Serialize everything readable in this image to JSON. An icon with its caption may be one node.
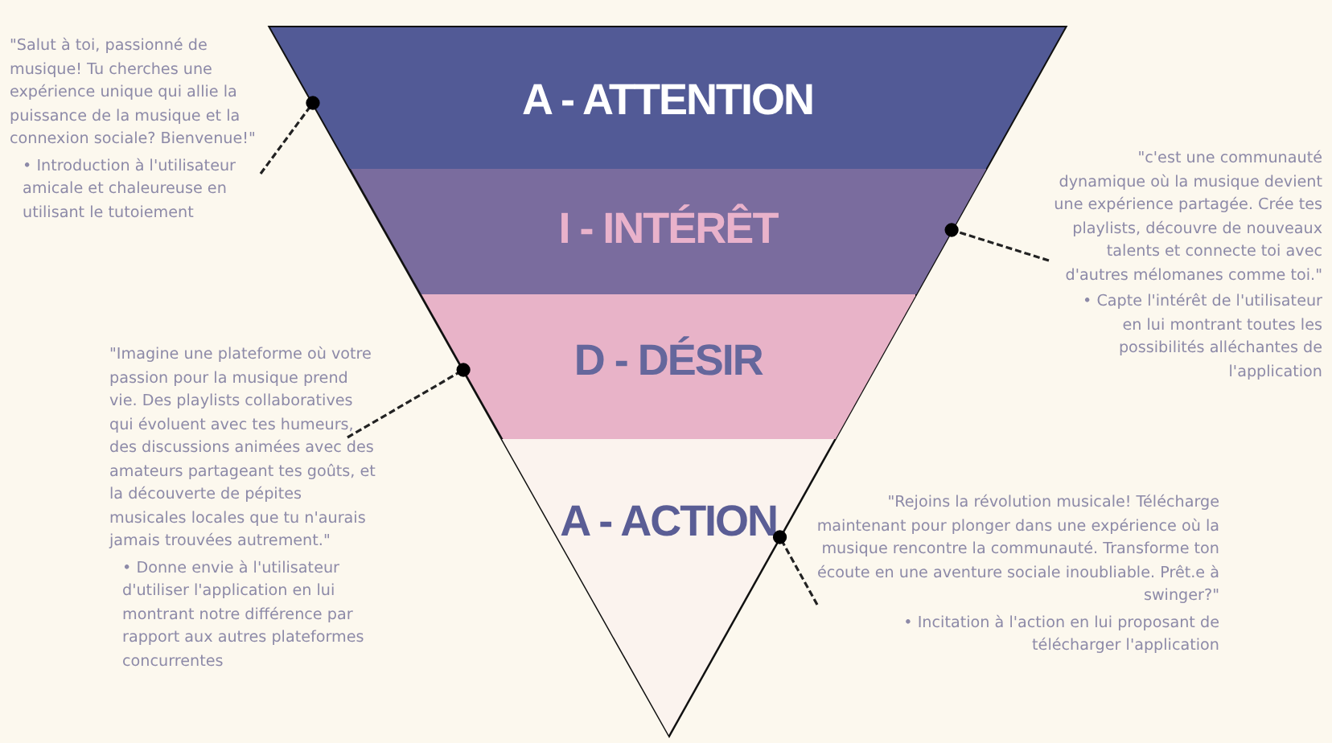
{
  "diagram": {
    "nodes": [
      {
        "text": [
          "A - ATTENTION"
        ]
      },
      {
        "text": [
          "I - INTÉRÊT"
        ]
      },
      {
        "text": [
          "D - DÉSIR"
        ]
      },
      {
        "text": [
          "A - ACTION"
        ]
      },
      {
        "text": [
          "\"Salut à toi, passionné de musique! Tu cherches une expérience unique qui allie la puissance de la musique et la connexion sociale? Bienvenue!\"",
          "• Introduction à l'utilisateur amicale et chaleureuse en utilisant le tutoiement"
        ]
      },
      {
        "text": [
          "\"c'est une communauté dynamique où la musique devient une expérience partagée. Crée tes playlists, découvre de nouveaux talents et connecte toi avec d'autres mélomanes comme toi.\"",
          "• Capte l'intérêt de l'utilisateur en lui montrant toutes les possibilités alléchantes de l'application"
        ]
      },
      {
        "text": [
          "\"Imagine une plateforme où votre passion pour la musique prend vie. Des playlists collaboratives qui évoluent avec tes humeurs, des discussions animées avec des amateurs partageant tes goûts, et la découverte de pépites musicales locales que tu n'aurais jamais trouvées autrement.\"",
          "• Donne envie à l'utilisateur d'utiliser l'application en lui montrant notre différence par rapport aux autres plateformes concurrentes"
        ]
      },
      {
        "text": [
          "\"Rejoins la révolution musicale! Télécharge maintenant pour plonger dans une expérience où la musique rencontre la communauté. Transforme ton écoute en une aventure sociale inoubliable. Prêt.e à swinger?\"",
          "• Incitation à l'action en lui proposant de télécharger l'application"
        ]
      }
    ],
    "edges": [
      {
        "from": 4,
        "to": 0,
        "arrow": "other",
        "style": "dashed"
      },
      {
        "from": 5,
        "to": 1,
        "arrow": "other",
        "style": "dashed"
      },
      {
        "from": 6,
        "to": 2,
        "arrow": "other",
        "style": "dashed"
      },
      {
        "from": 7,
        "to": 3,
        "arrow": "other",
        "style": "dashed"
      }
    ]
  }
}
